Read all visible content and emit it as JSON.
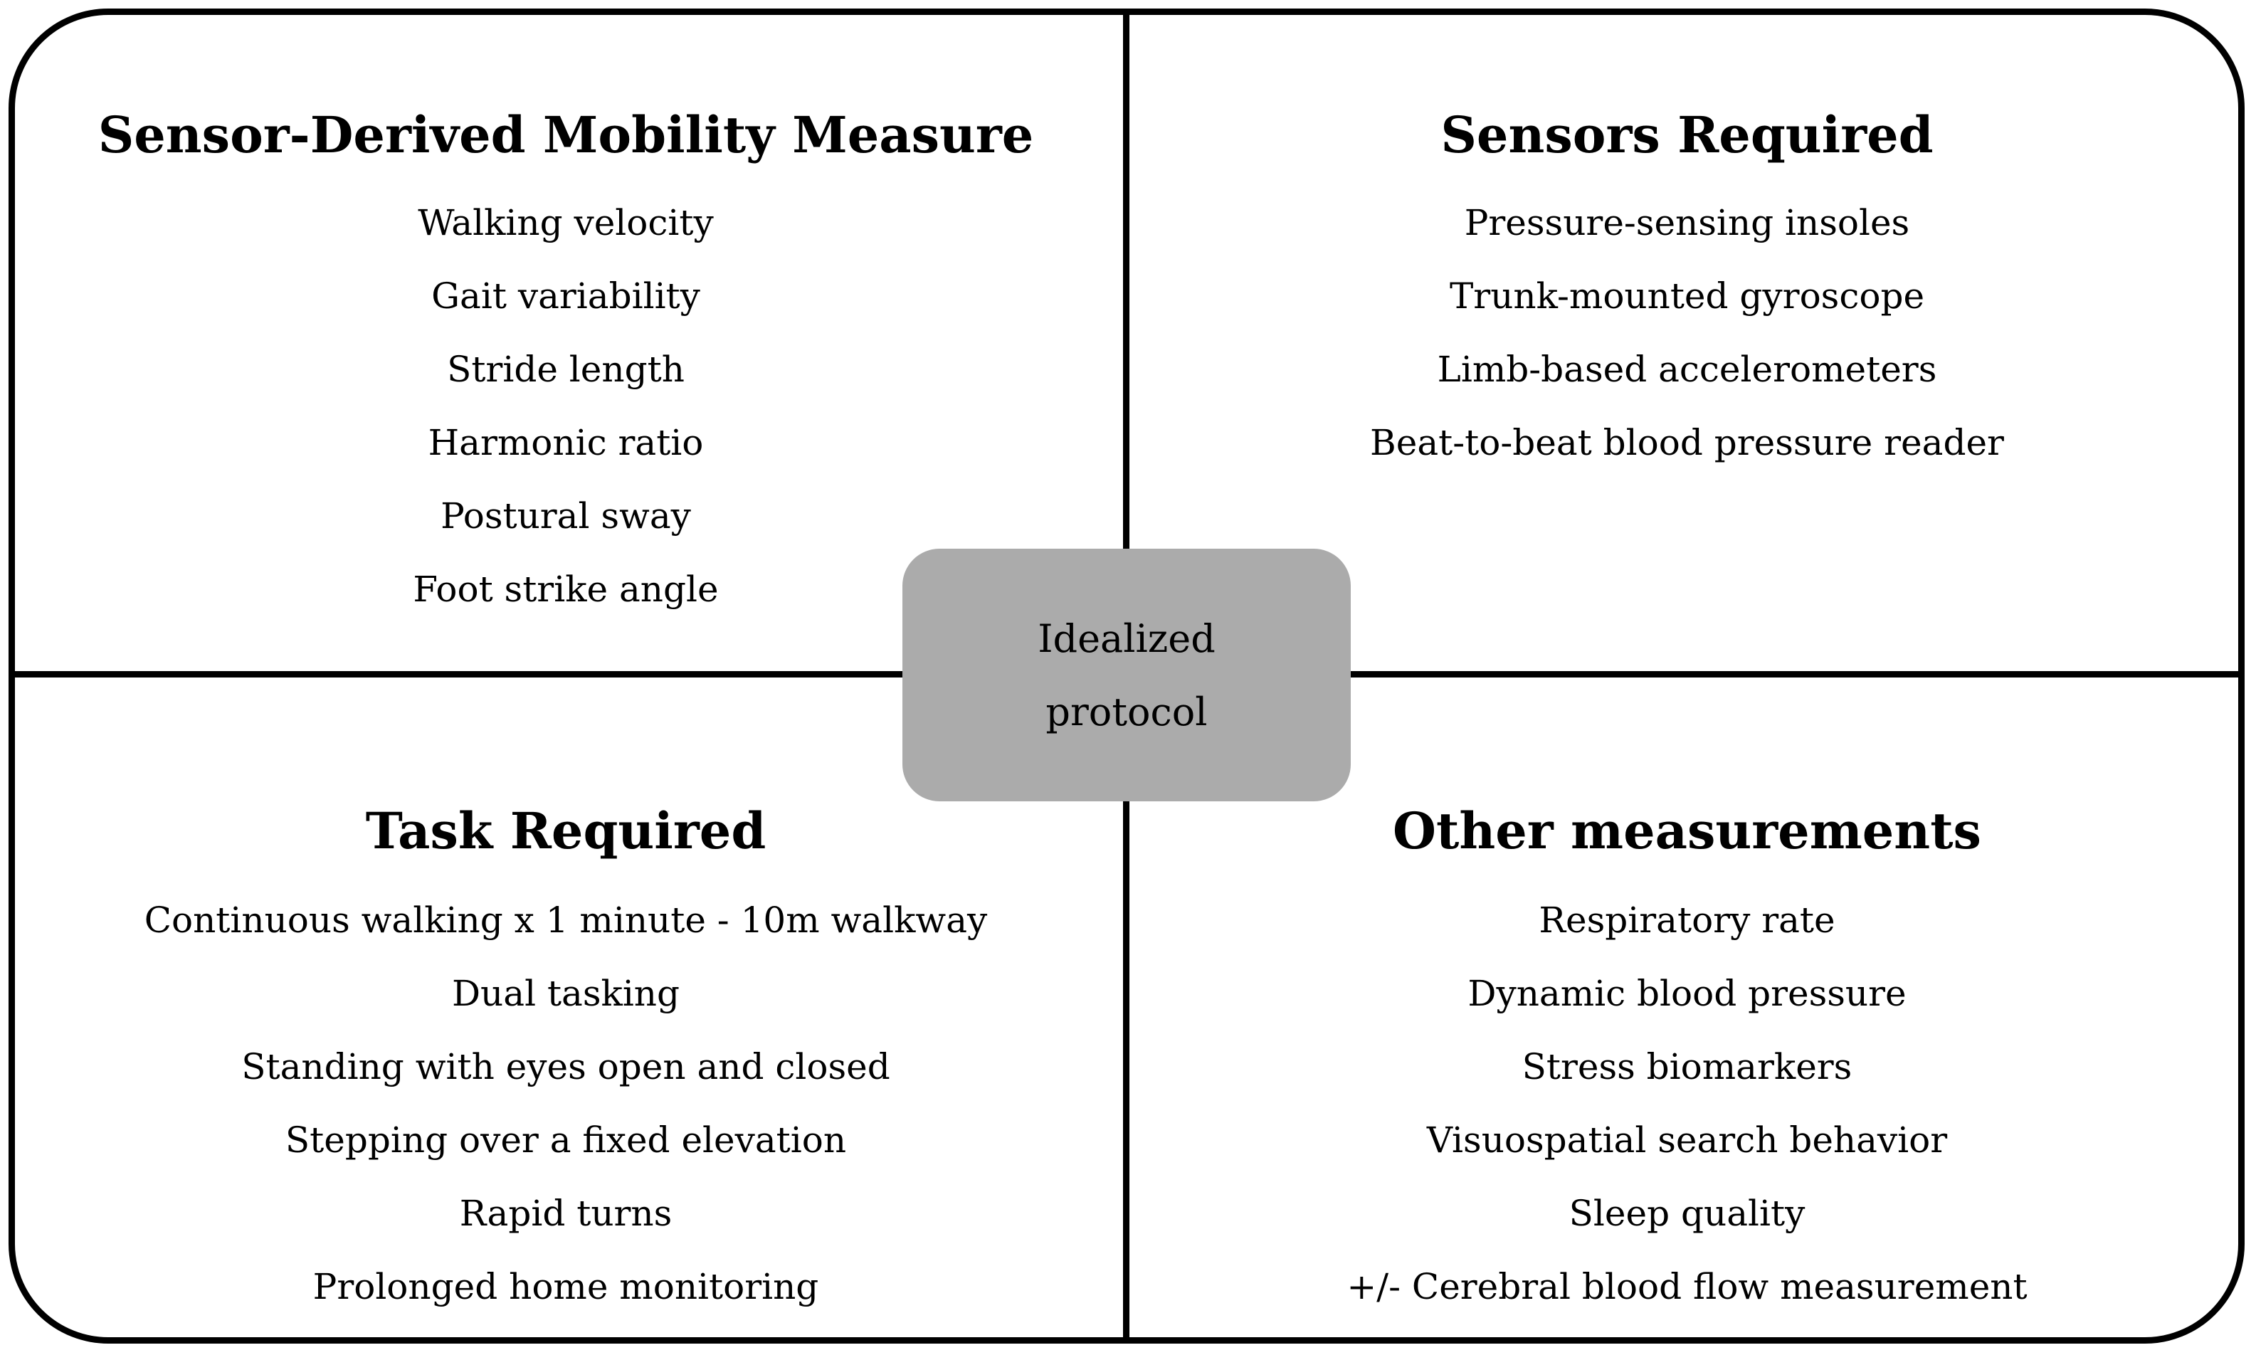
{
  "colors": {
    "background": "#FFFFFF",
    "line": "#000000",
    "text": "#000000"
  },
  "center_box": {
    "fill": "#ABABAB",
    "line1": "Idealized",
    "line2": "protocol"
  },
  "quadrants": {
    "top_left": {
      "title": "Sensor-Derived Mobility Measure",
      "items": [
        "Walking velocity",
        "Gait variability",
        "Stride length",
        "Harmonic ratio",
        "Postural sway",
        "Foot strike angle"
      ]
    },
    "top_right": {
      "title": "Sensors Required",
      "items": [
        "Pressure-sensing insoles",
        "Trunk-mounted gyroscope",
        "Limb-based accelerometers",
        "Beat-to-beat blood pressure reader"
      ]
    },
    "bottom_left": {
      "title": "Task Required",
      "items": [
        "Continuous walking x 1 minute  - 10m walkway",
        "Dual tasking",
        "Standing with eyes open and closed",
        "Stepping over a fixed elevation",
        "Rapid turns",
        "Prolonged home monitoring"
      ]
    },
    "bottom_right": {
      "title": "Other measurements",
      "items": [
        "Respiratory rate",
        "Dynamic blood pressure",
        "Stress biomarkers",
        "Visuospatial search behavior",
        "Sleep quality",
        "+/- Cerebral blood flow measurement"
      ]
    }
  }
}
